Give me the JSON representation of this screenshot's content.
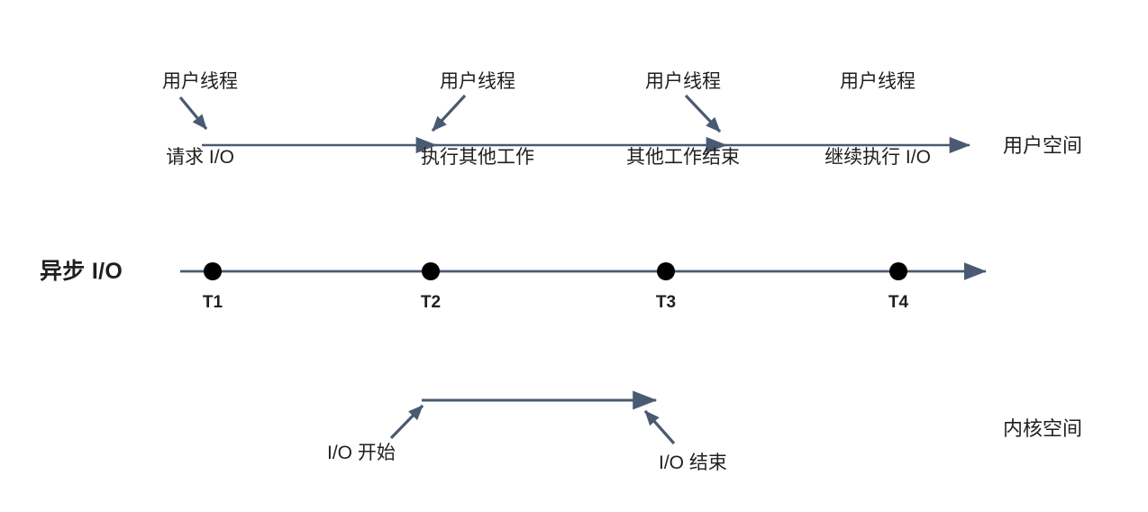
{
  "diagram": {
    "title_row_label": "异步 I/O",
    "lanes": [
      {
        "id": "user-space",
        "label": "用户空间"
      },
      {
        "id": "kernel-space",
        "label": "内核空间"
      }
    ],
    "user_annotations": [
      {
        "id": "request-io",
        "line1": "用户线程",
        "line2": "请求 I/O"
      },
      {
        "id": "do-other-work",
        "line1": "用户线程",
        "line2": "执行其他工作"
      },
      {
        "id": "other-work-done",
        "line1": "用户线程",
        "line2": "其他工作结束"
      },
      {
        "id": "continue-io",
        "line1": "用户线程",
        "line2": "继续执行 I/O"
      }
    ],
    "timeline_ticks": [
      {
        "id": "t1",
        "label": "T1"
      },
      {
        "id": "t2",
        "label": "T2"
      },
      {
        "id": "t3",
        "label": "T3"
      },
      {
        "id": "t4",
        "label": "T4"
      }
    ],
    "kernel_annotations": [
      {
        "id": "io-start",
        "label": "I/O 开始"
      },
      {
        "id": "io-end",
        "label": "I/O 结束"
      }
    ],
    "colors": {
      "line": "#4a5a72",
      "marker": "#000000",
      "text": "#1f1f1f",
      "background": "#ffffff"
    }
  },
  "chart_data": {
    "type": "timeline",
    "title": "异步 I/O",
    "xlabel": "",
    "ylabel": "",
    "lanes": [
      "用户空间",
      "异步 I/O",
      "内核空间"
    ],
    "x": [
      "T1",
      "T2",
      "T3",
      "T4"
    ],
    "series": [
      {
        "name": "用户空间",
        "events": [
          {
            "at": "T1",
            "label": "用户线程 请求 I/O"
          },
          {
            "at": "T2",
            "label": "用户线程 执行其他工作"
          },
          {
            "at": "T3",
            "label": "用户线程 其他工作结束"
          },
          {
            "at": "T4",
            "label": "用户线程 继续执行 I/O"
          }
        ]
      },
      {
        "name": "内核空间",
        "events": [
          {
            "at": "T2",
            "label": "I/O 开始"
          },
          {
            "at": "T3",
            "label": "I/O 结束"
          }
        ]
      }
    ],
    "grid": false,
    "legend": "none"
  }
}
